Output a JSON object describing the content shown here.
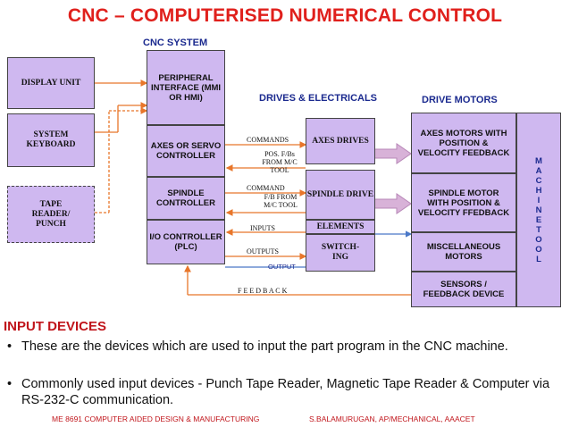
{
  "title": "CNC – COMPUTERISED NUMERICAL CONTROL",
  "sections": {
    "cnc_system": "CNC SYSTEM",
    "drives_electricals": "DRIVES & ELECTRICALS",
    "drive_motors": "DRIVE MOTORS"
  },
  "boxes": {
    "display_unit": "DISPLAY UNIT",
    "system_keyboard": "SYSTEM KEYBOARD",
    "tape_reader": "TAPE READER/ PUNCH",
    "peripheral_interface": "PERIPHERAL INTERFACE (MMI OR HMI)",
    "axes_controller": "AXES OR SERVO CONTROLLER",
    "spindle_controller": "SPINDLE CONTROLLER",
    "io_controller": "I/O CONTROLLER (PLC)",
    "axes_drives": "AXES DRIVES",
    "spindle_drive": "SPINDLE DRIVE",
    "elements": "ELEMENTS",
    "switching": "SWITCH- ING",
    "axes_motors": "AXES MOTORS WITH POSITION & VELOCITY FEEDBACK",
    "spindle_motor": "SPINDLE MOTOR WITH POSITION & VELOCITY FFEDBACK",
    "misc_motors": "MISCELLANEOUS MOTORS",
    "sensors": "SENSORS / FEEDBACK DEVICE",
    "machine_tool": "M A C H I N E T O O L"
  },
  "signals": {
    "commands": "COMMANDS",
    "pos_fbs": "POS. F/Bs FROM M/C TOOL",
    "command": "COMMAND",
    "fb_from": "F/B FROM M/C TOOL",
    "inputs": "INPUTS",
    "outputs": "OUTPUTS",
    "output": "OUTPUT",
    "feedback": "F E E D B A C K"
  },
  "text": {
    "heading": "INPUT DEVICES",
    "bullet1": "These are the devices which are used to input the part program in the CNC machine.",
    "bullet2": "Commonly used input devices - Punch Tape Reader, Magnetic Tape Reader & Computer via RS-232-C communication.",
    "bullet_symbol": "•"
  },
  "footer": {
    "left": "ME 8691 COMPUTER AIDED DESIGN & MANUFACTURING",
    "right": "S.BALAMURUGAN, AP/MECHANICAL, AAACET"
  },
  "colors": {
    "box_fill": "#cfb8f0",
    "title": "#e0201c",
    "section": "#1b2a8f",
    "orange_line": "#e8762a",
    "blue_line": "#4a78c8"
  }
}
